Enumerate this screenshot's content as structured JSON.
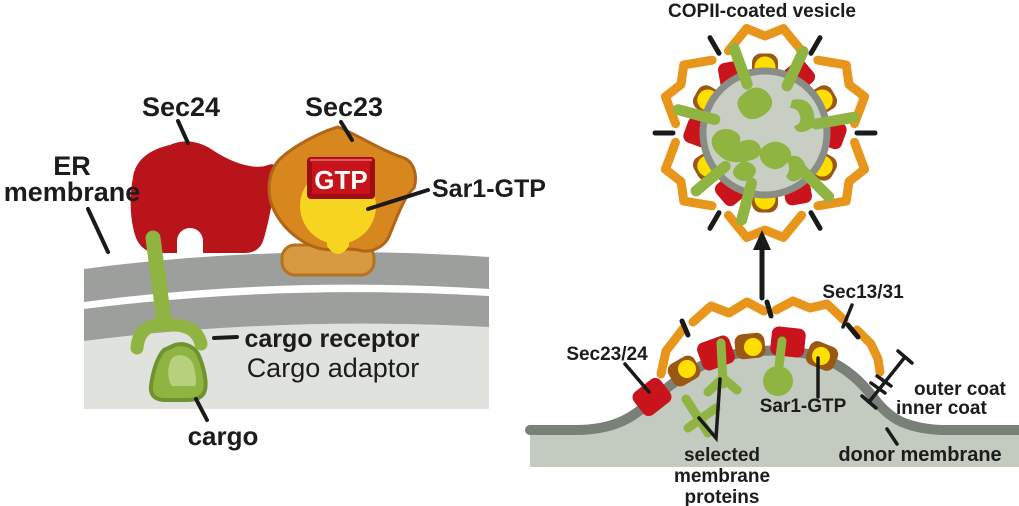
{
  "figure": {
    "description": "Diagram of COPII coat assembly: left panel shows Sec24/Sec23/Sar1-GTP on the ER membrane binding a cargo receptor; right panel shows coat assembly on a donor membrane bud and the finished COPII-coated vesicle."
  },
  "panel_left": {
    "labels": {
      "sec24": "Sec24",
      "sec23": "Sec23",
      "gtp": "GTP",
      "sar1_gtp": "Sar1-GTP",
      "er_line1": "ER",
      "er_line2": "membrane",
      "cargo_receptor": "cargo receptor",
      "cargo_adaptor": "Cargo adaptor",
      "cargo": "cargo"
    }
  },
  "panel_right": {
    "labels": {
      "title": "COPII-coated vesicle",
      "sec23_24": "Sec23/24",
      "sec13_31": "Sec13/31",
      "sar1_gtp": "Sar1-GTP",
      "selected_line1": "selected",
      "selected_line2": "membrane",
      "selected_line3": "proteins",
      "outer_coat": "outer coat",
      "inner_coat": "inner coat",
      "donor_membrane": "donor membrane"
    }
  },
  "colors": {
    "text": "#1c1c1c",
    "line": "#1a1a1a",
    "white": "#ffffff",
    "sec24_red": "#b8141a",
    "sec23_orange": "#d8871e",
    "sec23_orange_dark": "#b06618",
    "foot_tan": "#d89a40",
    "foot_tan_dark": "#b5731f",
    "sar1_yellow": "#f6d41f",
    "gtp_face": "#c8131a",
    "gtp_bevel": "#9e0d12",
    "gtp_highlight": "#e6555a",
    "green": "#8fb442",
    "green_dark": "#70922f",
    "green_light": "#b7d07c",
    "er_membrane_gray": "#9c9f9b",
    "cytoplasm": "#e0e3dd",
    "coat_orange": "#e8951b",
    "coat_red": "#c8141a",
    "coat_brown": "#9b5813",
    "yellow_bright": "#ffdf00",
    "vesicle_core": "#c9cec4",
    "vesicle_ring": "#888e86",
    "donor_line": "#788078",
    "donor_fill": "#c3cac0"
  }
}
